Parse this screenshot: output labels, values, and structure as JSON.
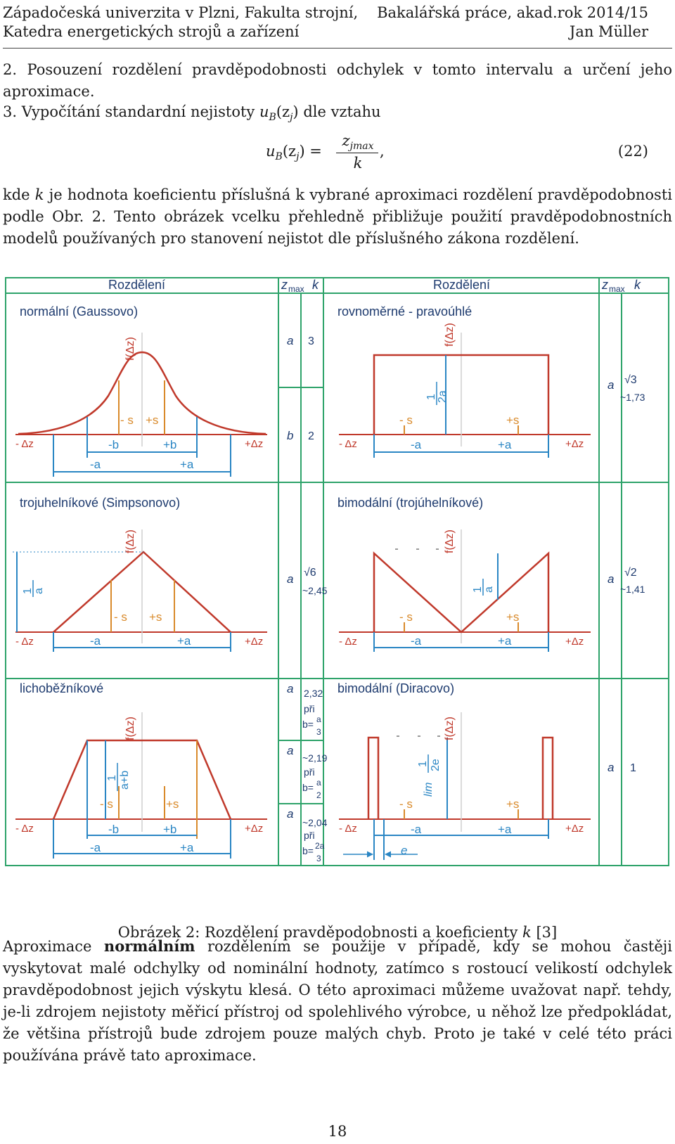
{
  "header": {
    "left_line1": "Západočeská univerzita v Plzni, Fakulta strojní,",
    "left_line2": "Katedra energetických strojů a zařízení",
    "right_line1": "Bakalářská práce, akad.rok 2014/15",
    "right_line2": "Jan Müller"
  },
  "steps": {
    "step2": "2. Posouzení rozdělení pravděpodobnosti odchylek v tomto intervalu a určení jeho aproximace.",
    "step3_prefix": "3. Vypočítání standardní nejistoty",
    "step3_symbol": "u",
    "step3_sub": "B",
    "step3_arg": "(z",
    "step3_arg_sub": "j",
    "step3_close": ")",
    "step3_suffix": "dle vztahu"
  },
  "equation": {
    "lhs": "u",
    "lhs_sub": "B",
    "lhs_arg": "(z",
    "lhs_arg_sub": "j",
    "lhs_close": ") =",
    "numerator": "z",
    "numerator_sub": "jmax",
    "denominator": "k",
    "trailing": ",",
    "number": "(22)"
  },
  "paragraph1": {
    "text_a": "kde",
    "k": "k",
    "text_b": "je hodnota koeficientu příslušná k vybrané aproximaci rozdělení pravděpodobnosti podle Obr. 2. Tento obrázek vcelku přehledně přibližuje použití pravděpodobnostních modelů používaných pro stanovení nejistot dle příslušného zákona rozdělení."
  },
  "figure": {
    "colors": {
      "red": "#c0392b",
      "blue": "#2a86c4",
      "orange": "#d98a2b",
      "green": "#2ea36a",
      "text": "#1d3a6e",
      "gray": "#b8b8b8"
    },
    "table_header": {
      "rozdeleni": "Rozdělení",
      "zmax": "z",
      "zmax_sub": "max",
      "k": "k"
    },
    "panels": {
      "normal": {
        "title": "normální (Gaussovo)",
        "f": "f(Δz)",
        "neg_dz": "- Δz",
        "pos_dz": "+Δz",
        "ms": "- s",
        "ps": "+s",
        "mb": "-b",
        "pb": "+b",
        "ma": "-a",
        "pa": "+a"
      },
      "uniform": {
        "title": "rovnoměrné - pravoúhlé",
        "f": "f(Δz)",
        "frac_num": "1",
        "frac_den": "2a",
        "neg_dz": "- Δz",
        "pos_dz": "+Δz",
        "ms": "- s",
        "ps": "+s",
        "ma": "-a",
        "pa": "+a"
      },
      "triangle": {
        "title": "trojuhelníkové (Simpsonovo)",
        "f": "f(Δz)",
        "frac_num": "1",
        "frac_den": "a",
        "neg_dz": "- Δz",
        "pos_dz": "+Δz",
        "ms": "- s",
        "ps": "+s",
        "ma": "-a",
        "pa": "+a"
      },
      "bimodal_tri": {
        "title": "bimodální (trojúhelníkové)",
        "f": "f(Δz)",
        "frac_num": "1",
        "frac_den": "a",
        "neg_dz": "- Δz",
        "pos_dz": "+Δz",
        "ms": "- s",
        "ps": "+s",
        "ma": "-a",
        "pa": "+a"
      },
      "trapezoid": {
        "title": "lichoběžníkové",
        "f": "f(Δz)",
        "frac_num": "1",
        "frac_den": "a+b",
        "neg_dz": "- Δz",
        "pos_dz": "+Δz",
        "ms": "- s",
        "ps": "+s",
        "mb": "-b",
        "pb": "+b",
        "ma": "-a",
        "pa": "+a"
      },
      "bimodal_dirac": {
        "title": "bimodální (Diracovo)",
        "f": "f(Δz)",
        "lim": "lim",
        "frac_num": "1",
        "frac_den": "2e",
        "neg_dz": "- Δz",
        "pos_dz": "+Δz",
        "ms": "- s",
        "ps": "+s",
        "ma": "-a",
        "pa": "+a",
        "e": "e"
      }
    },
    "coefficients": {
      "normal_a": {
        "zmax": "a",
        "k": "3"
      },
      "normal_b": {
        "zmax": "b",
        "k": "2"
      },
      "uniform": {
        "zmax": "a",
        "k": "√3",
        "k2": "~1,73"
      },
      "triangle": {
        "zmax": "a",
        "k": "√6",
        "k2": "~2,45"
      },
      "bimodal_tri": {
        "zmax": "a",
        "k": "√2",
        "k2": "~1,41"
      },
      "trap1": {
        "zmax": "a",
        "k": "2,32",
        "pri": "při",
        "b_eq": "b=",
        "num": "a",
        "den": "3"
      },
      "trap2": {
        "zmax": "a",
        "k": "~2,19",
        "pri": "při",
        "b_eq": "b=",
        "num": "a",
        "den": "2"
      },
      "trap3": {
        "zmax": "a",
        "k": "~2,04",
        "pri": "při",
        "b_eq": "b=",
        "num": "2a",
        "den": "3"
      },
      "dirac": {
        "zmax": "a",
        "k": "1"
      }
    }
  },
  "caption": {
    "prefix": "Obrázek 2: Rozdělení pravděpodobnosti a koeficienty",
    "k": "k",
    "ref": "[3]"
  },
  "paragraph2": {
    "a": "Aproximace",
    "bold": "normálním",
    "b": "rozdělením se použije v případě, kdy se mohou častěji vyskytovat malé odchylky od nominální hodnoty, zatímco s rostoucí velikostí odchylek pravděpodobnost jejich výskytu klesá. O této aproximaci můžeme uvažovat např. tehdy, je-li zdrojem nejistoty měřicí přístroj od spolehlivého výrobce, u něhož lze předpokládat, že většina přístrojů bude zdrojem pouze malých chyb. Proto je také v celé této práci používána právě tato aproximace."
  },
  "page_number": "18"
}
